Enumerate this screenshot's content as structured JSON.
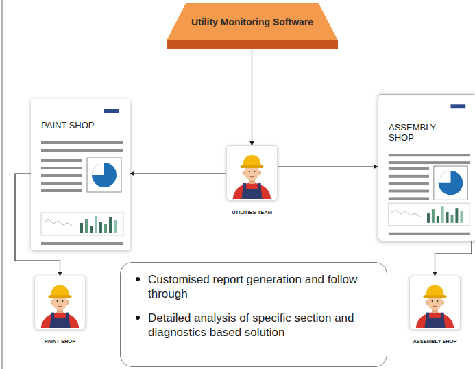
{
  "diagram": {
    "nodes": [
      {
        "text": [
          "Utility Monitoring Software"
        ]
      },
      {
        "text": [
          "PAINT SHOP"
        ]
      },
      {
        "text": [
          "UTILITIES TEAM"
        ]
      },
      {
        "text": [
          "ASSEMBLY SHOP"
        ]
      },
      {
        "text": [
          "PAINT SHOP"
        ]
      },
      {
        "text": [
          "Customised report generation and follow through",
          "Detailed analysis of specific section and diagnostics based solution"
        ]
      },
      {
        "text": [
          "ASSEMBLY SHOP"
        ]
      }
    ],
    "edges": [
      {
        "from": 0,
        "to": 2,
        "arrow": "to"
      },
      {
        "from": 2,
        "to": 1,
        "arrow": "to"
      },
      {
        "from": 2,
        "to": 3,
        "arrow": "to"
      },
      {
        "from": 1,
        "to": 4,
        "arrow": "to"
      },
      {
        "from": 3,
        "to": 6,
        "arrow": "to"
      }
    ]
  }
}
